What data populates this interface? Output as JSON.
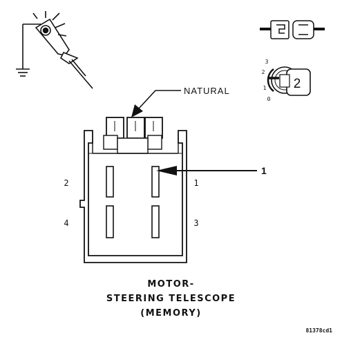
{
  "callout": {
    "connector_color": "NATURAL",
    "pointer_number": "1"
  },
  "pins": {
    "p1": "1",
    "p2": "2",
    "p3": "3",
    "p4": "4"
  },
  "title": {
    "line1": "MOTOR-",
    "line2": "STEERING TELESCOPE",
    "line3": "(MEMORY)"
  },
  "ignition_positions": {
    "p0": "0",
    "p1": "1",
    "p2": "2",
    "p3": "3",
    "key_position": "2"
  },
  "figure_id": "81378cd1",
  "icons": {
    "test_light": "test-light-probe-icon",
    "ground": "ground-symbol-icon",
    "connector_disconnect": "connector-disconnect-icon",
    "ignition_key": "ignition-switch-icon"
  }
}
